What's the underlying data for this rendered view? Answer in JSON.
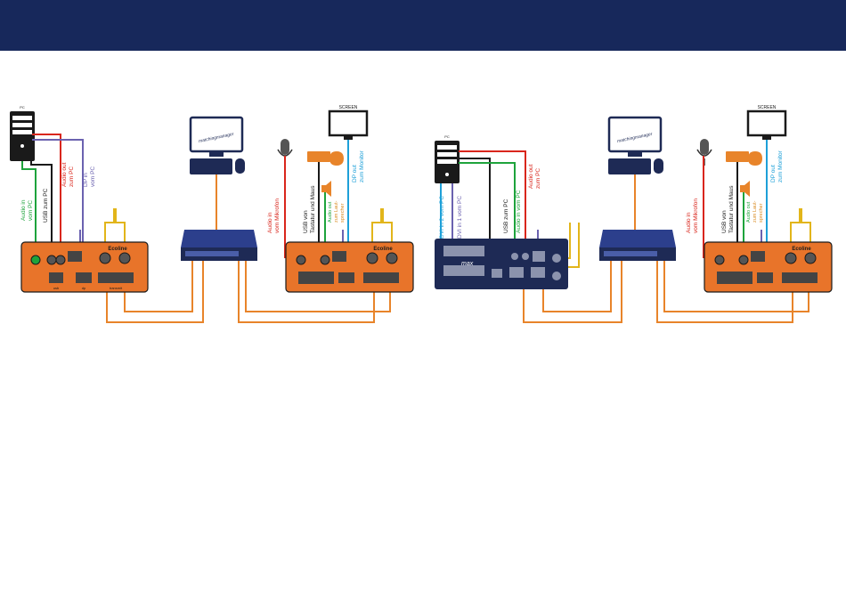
{
  "header": {
    "background": "#17285b"
  },
  "colors": {
    "audio_in": "#1ea33c",
    "audio_out": "#d9261c",
    "usb": "#1a1a1a",
    "dp_in": "#6b62b0",
    "dp_out": "#1ea0d8",
    "network": "#e8842a",
    "fiber": "#e2b51a",
    "device_orange": "#e8742a",
    "device_navy": "#1e2a55",
    "switch_blue": "#2c3f8c"
  },
  "left_diagram": {
    "pc_label": "PC",
    "screen_label": "SCREEN",
    "cable_labels": {
      "audio_in": [
        "Audio in",
        "vom PC"
      ],
      "usb": [
        "USB zum PC"
      ],
      "audio_out": [
        "Audio out",
        "zum PC"
      ],
      "dp_in": [
        "DP in",
        "vom PC"
      ],
      "mic": [
        "Audio in",
        "vom Mikrofon"
      ],
      "keyboard": [
        "USB von",
        "Tastatur und Maus"
      ],
      "speaker": [
        "Audio out",
        "zum Laut-",
        "sprecher"
      ],
      "monitor": [
        "DP out",
        "zum Monitor"
      ]
    },
    "device_brand": "Ecoline",
    "device_port_labels": [
      "usb",
      "dp",
      "transmit"
    ],
    "manager_label": "matchingmanager"
  },
  "right_diagram": {
    "pc_label": "PC",
    "screen_label": "SCREEN",
    "cable_labels": {
      "dvi2": [
        "DVI in 2 vom PC"
      ],
      "dvi1": [
        "DVI in 1 vom PC"
      ],
      "usb": [
        "USB zum PC"
      ],
      "audio_in": [
        "Audio in vom PC"
      ],
      "audio_out": [
        "Audio out",
        "zum PC"
      ],
      "mic": [
        "Audio in",
        "vom Mikrofon"
      ],
      "keyboard": [
        "USB von",
        "Tastatur und Maus"
      ],
      "speaker": [
        "Audio out",
        "zum Laut-",
        "sprecher"
      ],
      "monitor": [
        "DP out",
        "zum Monitor"
      ]
    },
    "device_brand": "max",
    "manager_label": "matchingmanager"
  }
}
